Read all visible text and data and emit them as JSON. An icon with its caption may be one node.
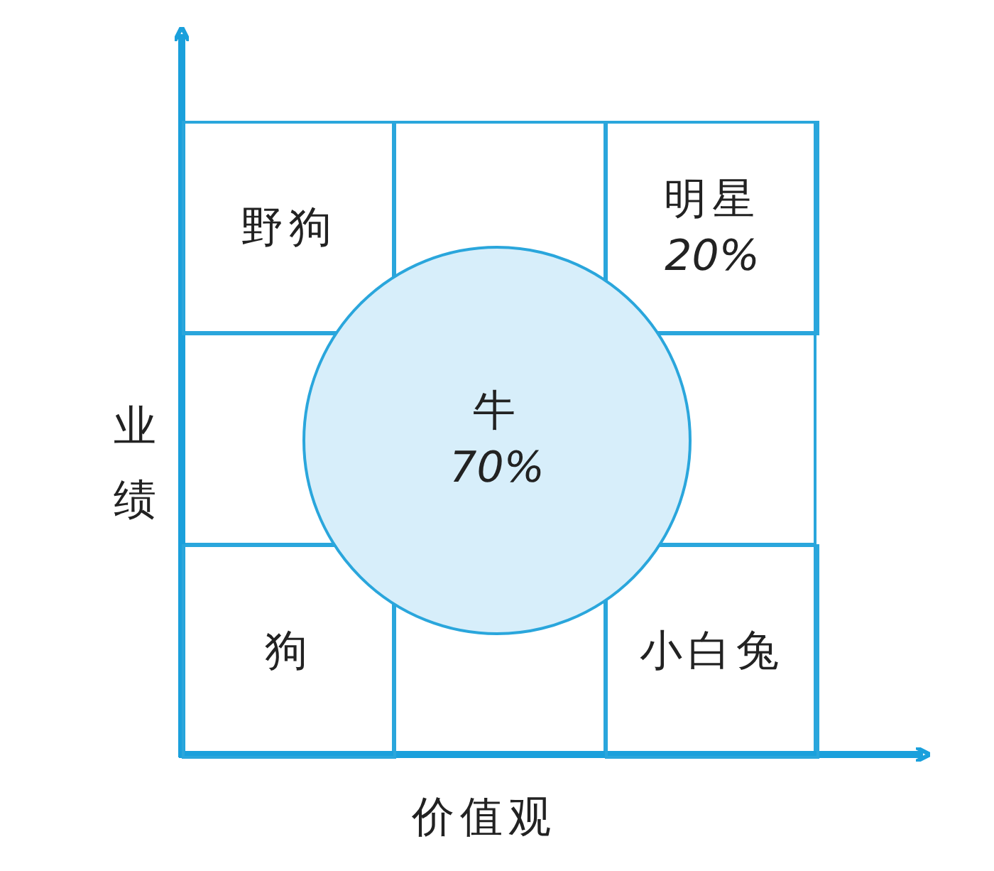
{
  "diagram": {
    "nodes": [
      {
        "text": [
          "野狗"
        ]
      },
      {
        "text": [
          "明星",
          "20%"
        ]
      },
      {
        "text": [
          "牛",
          "70%"
        ]
      },
      {
        "text": [
          "狗"
        ]
      },
      {
        "text": [
          "小白兔"
        ]
      }
    ],
    "edges": [],
    "labels": [
      "业绩",
      "价值观"
    ]
  }
}
